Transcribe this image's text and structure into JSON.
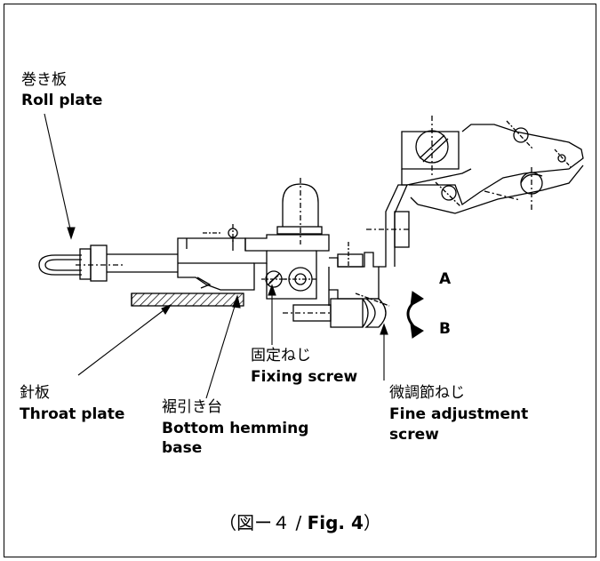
{
  "labels": {
    "roll_plate": {
      "jp": "巻き板",
      "en": "Roll plate"
    },
    "throat_plate": {
      "jp": "針板",
      "en": "Throat plate"
    },
    "bottom_hemming_base": {
      "jp": "裾引き台",
      "en_line1": "Bottom hemming",
      "en_line2": "base"
    },
    "fixing_screw": {
      "jp": "固定ねじ",
      "en": "Fixing screw"
    },
    "fine_adjustment_screw": {
      "jp": "微調節ねじ",
      "en_line1": "Fine adjustment",
      "en_line2": "screw"
    },
    "direction_a": "A",
    "direction_b": "B"
  },
  "caption": {
    "open": "（図ー４ / ",
    "fig": "Fig. 4",
    "close": "）"
  }
}
